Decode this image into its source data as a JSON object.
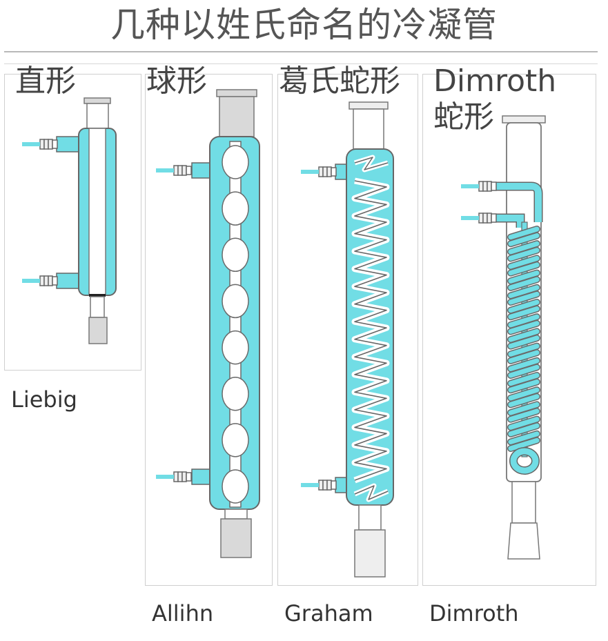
{
  "title": "几种以姓氏命名的冷凝管",
  "colors": {
    "coolant": "#71dde5",
    "glass_outline": "#6a6a6a",
    "joint_fill": "#d9d9d9",
    "panel_border": "#cfcfcf",
    "title_color": "#555555"
  },
  "condensers": [
    {
      "id": "liebig",
      "chinese_name": "直形",
      "english_name": "Liebig",
      "inner": "straight"
    },
    {
      "id": "allihn",
      "chinese_name": "球形",
      "english_name": "Allihn",
      "inner": "bulbs",
      "bulb_count": 8
    },
    {
      "id": "graham",
      "chinese_name": "葛氏蛇形",
      "english_name": "Graham",
      "inner": "coil",
      "coil_turns": 17
    },
    {
      "id": "dimroth",
      "chinese_name": "Dimroth 蛇形",
      "english_name": "Dimroth",
      "inner": "inner-coil",
      "coil_turns": 15
    }
  ]
}
